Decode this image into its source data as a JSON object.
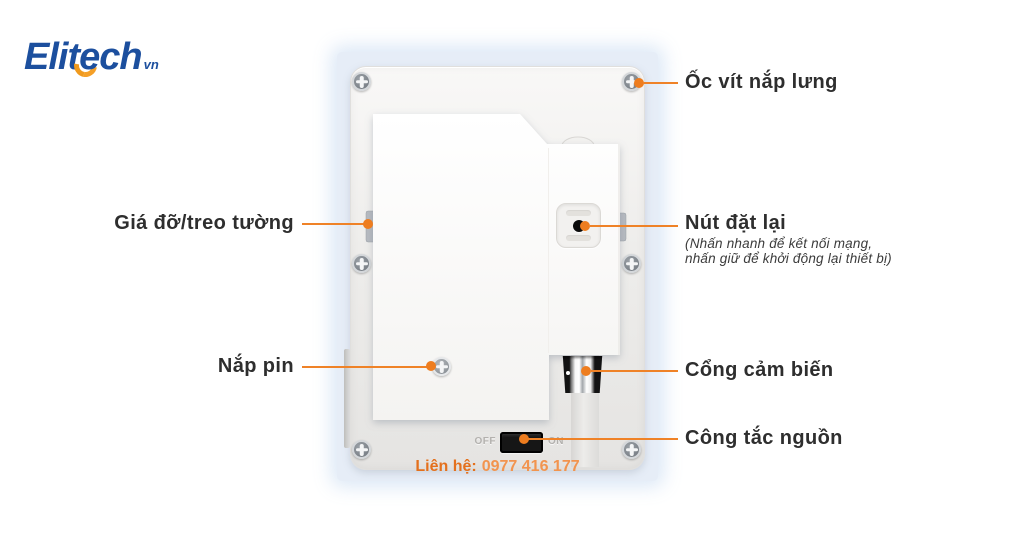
{
  "logo": {
    "prefix": "Elit",
    "accent_letter": "e",
    "suffix": "ch",
    "domain": "vn"
  },
  "callouts": {
    "screw": {
      "label": "Ốc vít nắp lưng"
    },
    "bracket": {
      "label": "Giá đỡ/treo tường"
    },
    "reset": {
      "label": "Nút đặt lại",
      "note1": "(Nhấn nhanh để kết nối mạng,",
      "note2": "nhấn giữ để khởi động lại thiết bị)"
    },
    "battery": {
      "label": "Nắp pin"
    },
    "sensor": {
      "label": "Cổng cảm biến"
    },
    "power": {
      "label": "Công tắc nguồn"
    }
  },
  "device": {
    "switch_off": "OFF",
    "switch_on": "ON"
  },
  "contact": {
    "prefix": "Liên hệ:",
    "phone": "0977 416 177"
  },
  "colors": {
    "accent_orange": "#EF8227",
    "logo_blue": "#1C4F9E",
    "swoosh_orange": "#F5A028",
    "contact_orange": "#E8751F",
    "backdrop_blue": "#E6EDF7"
  }
}
